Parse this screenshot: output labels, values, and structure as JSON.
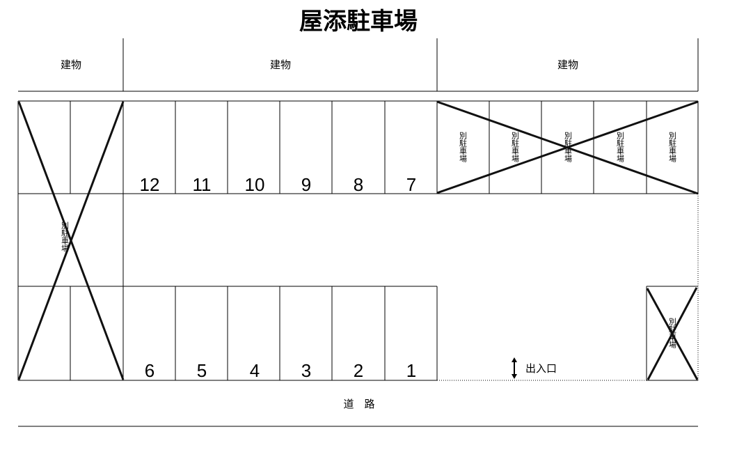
{
  "title": "屋添駐車場",
  "buildings": [
    "建物",
    "建物",
    "建物"
  ],
  "top_spaces": [
    "12",
    "11",
    "10",
    "9",
    "8",
    "7"
  ],
  "bottom_spaces": [
    "6",
    "5",
    "4",
    "3",
    "2",
    "1"
  ],
  "other_lot_label": "別駐車場",
  "entrance": {
    "label": "出入口",
    "icon": "up-down-arrow-icon"
  },
  "road_label": "道　路"
}
